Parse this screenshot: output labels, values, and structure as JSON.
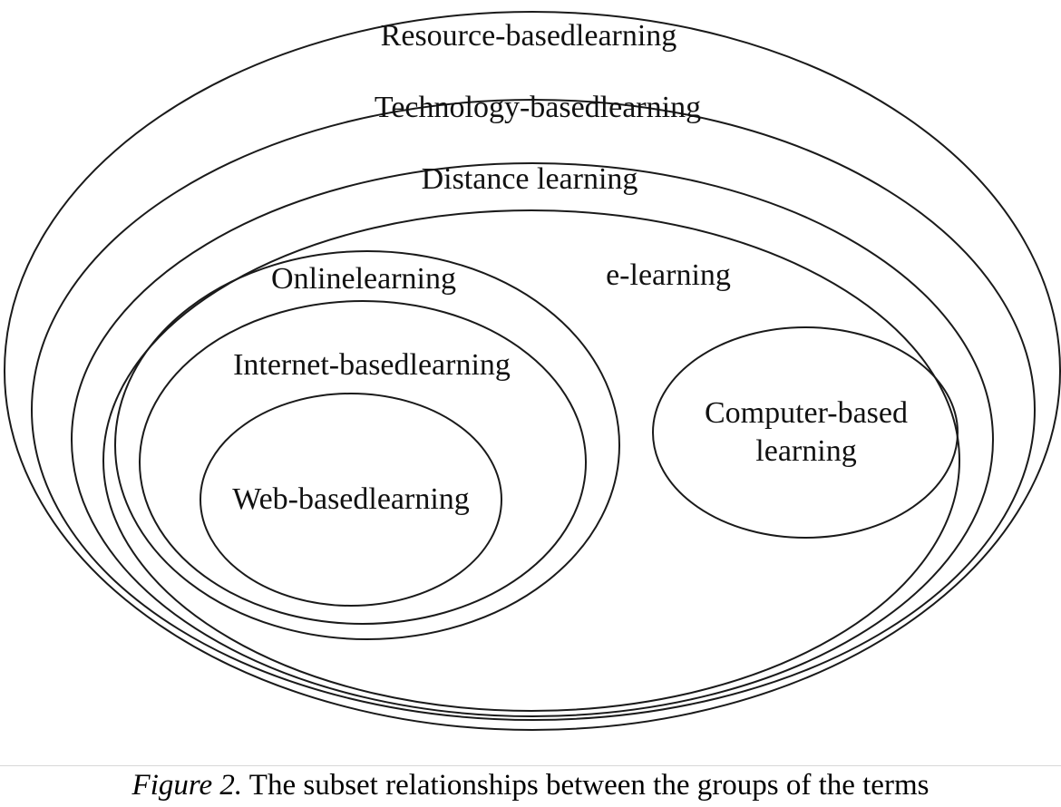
{
  "sets": {
    "resource_based": "Resource-basedlearning",
    "technology_based": "Technology-basedlearning",
    "distance": "Distance learning",
    "e_learning": "e-learning",
    "online": "Onlinelearning",
    "internet_based": "Internet-basedlearning",
    "web_based": "Web-basedlearning",
    "computer_based_line1": "Computer-based",
    "computer_based_line2": "learning"
  },
  "caption": {
    "figure_label": "Figure 2.",
    "text": " The subset relationships between the groups of the terms"
  }
}
